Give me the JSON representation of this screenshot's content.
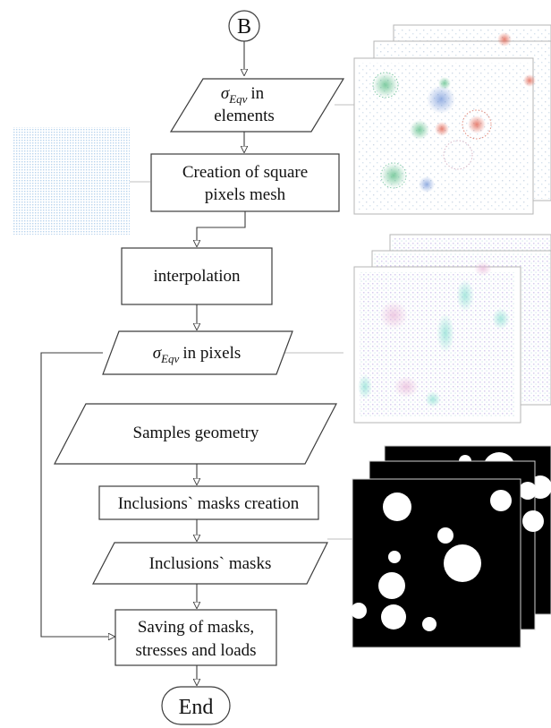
{
  "flowchart": {
    "start": "B",
    "end": "End",
    "steps": {
      "sigma_elements": {
        "symbol": "σ",
        "subscript": "Eqv",
        "line1": "in",
        "line2": "elements"
      },
      "pixel_mesh": {
        "line1": "Creation of square",
        "line2": "pixels mesh"
      },
      "interpolation": {
        "label": "interpolation"
      },
      "sigma_pixels": {
        "symbol": "σ",
        "subscript": "Eqv",
        "text": "in pixels"
      },
      "samples_geometry": {
        "label": "Samples geometry"
      },
      "masks_creation": {
        "label": "Inclusions` masks creation"
      },
      "masks": {
        "label": "Inclusions` masks"
      },
      "saving": {
        "line1": "Saving of masks,",
        "line2": "stresses and loads"
      }
    }
  },
  "colors": {
    "line": "#3c3c3c",
    "connector": "#bfbfbf",
    "mask_background": "#000000",
    "mask_inclusion": "#ffffff",
    "pixel_grid": "#b9d4ee"
  },
  "illustrations": [
    {
      "name": "element-stress-fields",
      "kind": "scatter-field"
    },
    {
      "name": "pixel-mesh-preview",
      "kind": "pixel-grid"
    },
    {
      "name": "pixel-stress-fields",
      "kind": "smooth-field"
    },
    {
      "name": "inclusion-masks",
      "kind": "binary-mask"
    }
  ]
}
